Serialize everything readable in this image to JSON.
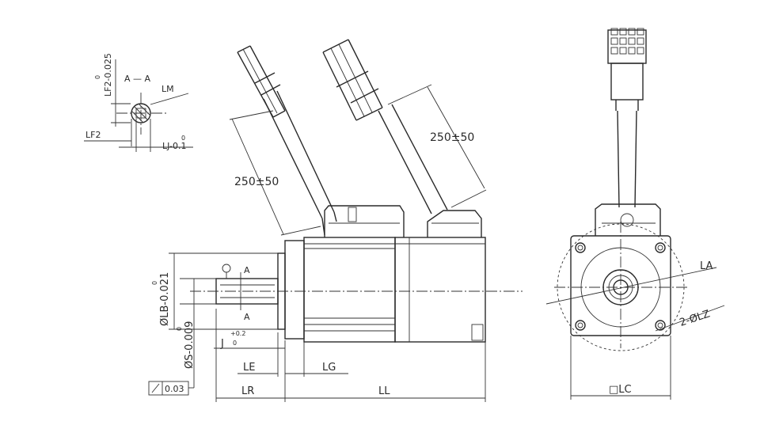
{
  "labels": {
    "section": "A — A",
    "lm": "LM",
    "lf2_tol": "LF2-0.025",
    "lf2_tol_sup": "0",
    "lf2": "LF2",
    "lj": "LJ-0.1",
    "lj_sup": "0",
    "cable_len_left": "250±50",
    "cable_len_right": "250±50",
    "section_mark_top": "A",
    "section_mark_bottom": "A",
    "lb": "ØLB-0.021",
    "lb_sup": "0",
    "s": "ØS-0.009",
    "s_sup": "0",
    "j": "J",
    "j_tol_upper": "+0.2",
    "j_tol_lower": "0",
    "le": "LE",
    "lg": "LG",
    "lr": "LR",
    "ll": "LL",
    "runout": "0.03",
    "la": "LA",
    "lz": "2-ØLZ",
    "lc": "□LC"
  }
}
